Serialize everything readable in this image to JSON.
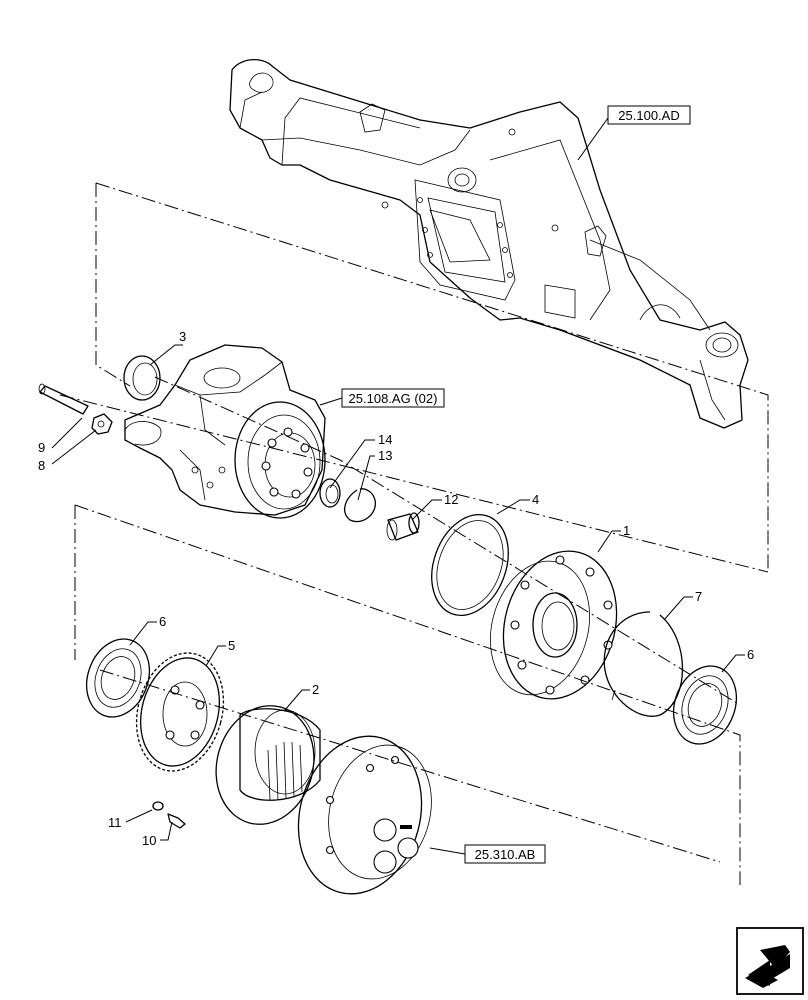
{
  "references": {
    "axle_housing": "25.100.AD",
    "steering_knuckle": "25.108.AG (02)",
    "planetary_carrier": "25.310.AB"
  },
  "callouts": {
    "p1": "1",
    "p2": "2",
    "p3": "3",
    "p4": "4",
    "p5": "5",
    "p6a": "6",
    "p6b": "6",
    "p7": "7",
    "p8": "8",
    "p9": "9",
    "p10": "10",
    "p11": "11",
    "p12": "12",
    "p13": "13",
    "p14": "14"
  },
  "nav_icon": "next-page-arrow-icon"
}
